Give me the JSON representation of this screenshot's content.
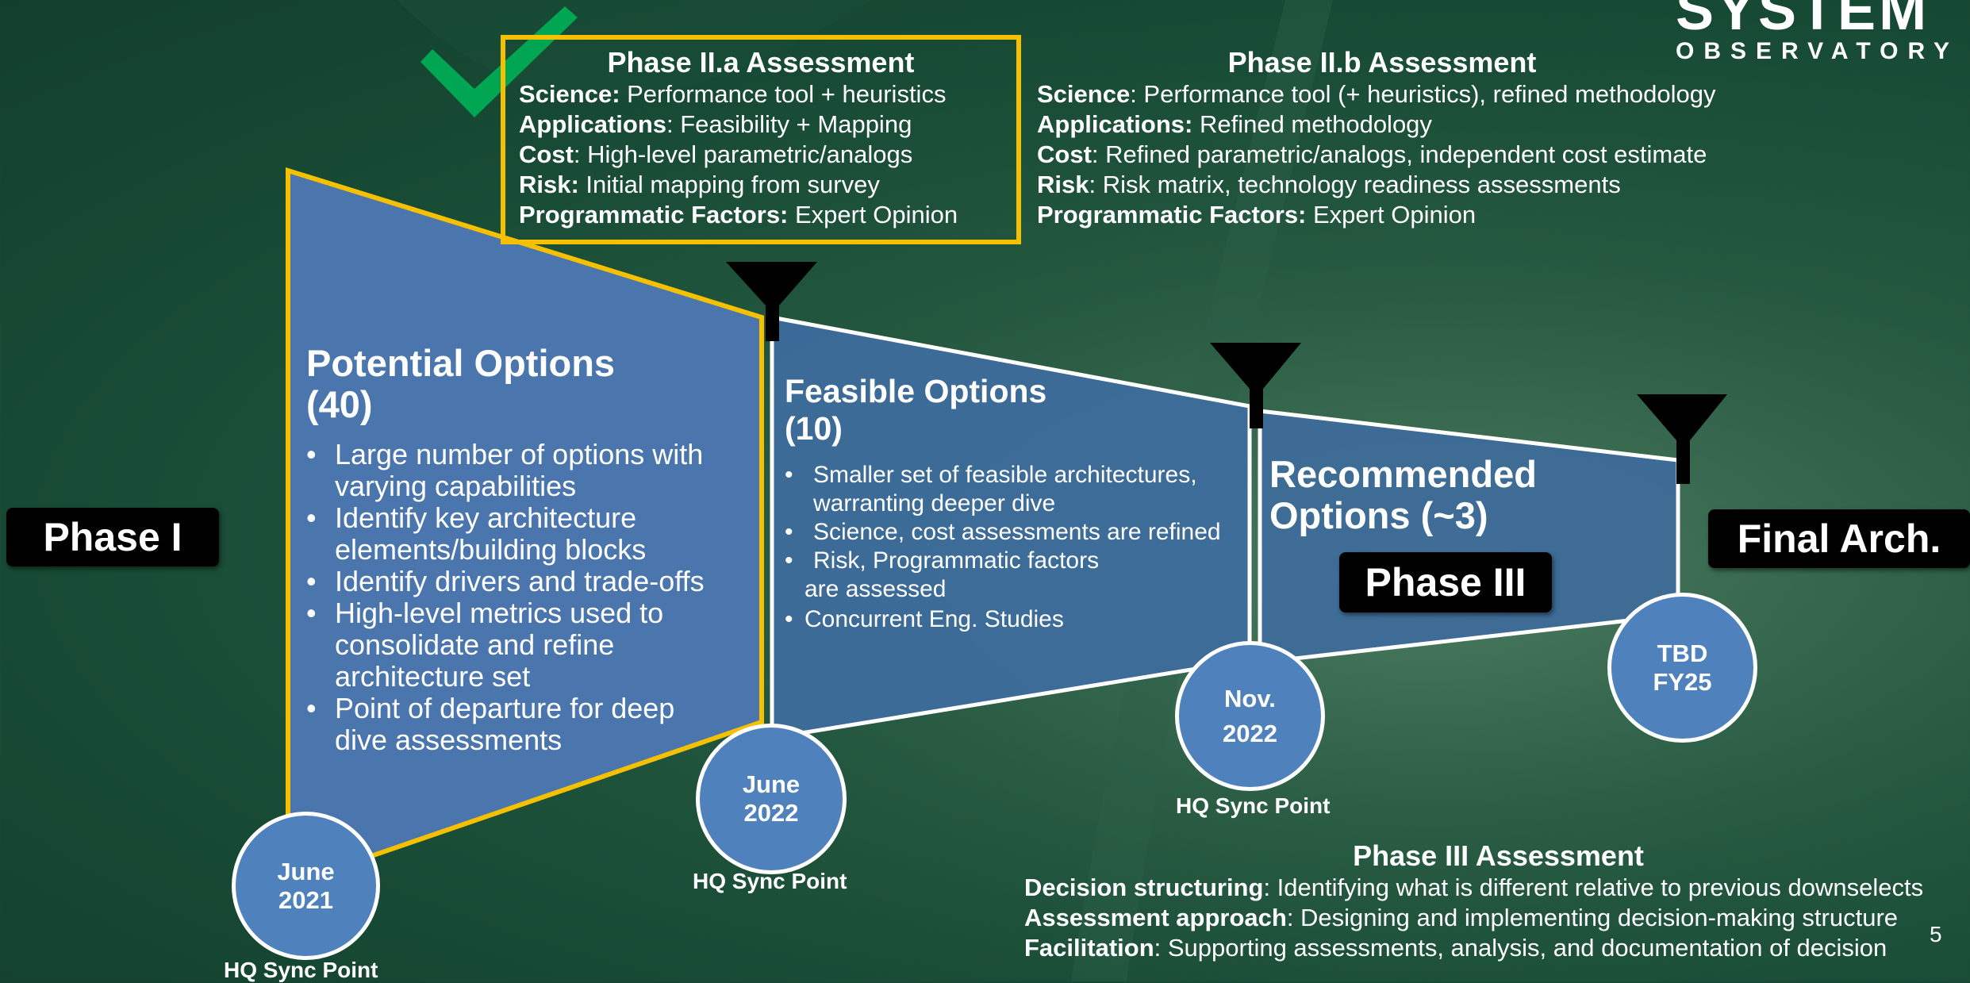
{
  "brand": {
    "line1": "SYSTEM",
    "line2": "OBSERVATORY"
  },
  "page_number": "5",
  "phase_labels": {
    "phase1": "Phase I",
    "phase3": "Phase III",
    "final": "Final Arch."
  },
  "assessment_2a": {
    "title": "Phase II.a Assessment",
    "rows": [
      {
        "key": "Science:",
        "value": " Performance tool + heuristics"
      },
      {
        "key": "Applications",
        "value": ": Feasibility + Mapping"
      },
      {
        "key": "Cost",
        "value": ": High-level parametric/analogs"
      },
      {
        "key": "Risk:",
        "value": " Initial mapping from survey"
      },
      {
        "key": "Programmatic Factors:",
        "value": " Expert Opinion"
      }
    ]
  },
  "assessment_2b": {
    "title": "Phase II.b Assessment",
    "rows": [
      {
        "key": "Science",
        "value": ": Performance tool (+ heuristics), refined methodology"
      },
      {
        "key": "Applications:",
        "value": " Refined methodology"
      },
      {
        "key": "Cost",
        "value": ": Refined parametric/analogs, independent cost estimate"
      },
      {
        "key": "Risk",
        "value": ": Risk matrix, technology readiness assessments"
      },
      {
        "key": "Programmatic Factors:",
        "value": " Expert Opinion"
      }
    ]
  },
  "assessment_3": {
    "title": "Phase III Assessment",
    "rows": [
      {
        "key": "Decision structuring",
        "value": ": Identifying what is different relative to previous downselects"
      },
      {
        "key": "Assessment approach",
        "value": ": Designing and implementing decision-making structure"
      },
      {
        "key": "Facilitation",
        "value": ": Supporting assessments, analysis, and documentation of decision"
      }
    ]
  },
  "stage1": {
    "title_line1": "Potential Options",
    "title_line2": "(40)",
    "bullets": [
      "Large number of options with varying capabilities",
      "Identify key architecture elements/building blocks",
      "Identify drivers and trade-offs",
      "High-level metrics used to consolidate and refine architecture set",
      "Point of departure for deep dive assessments"
    ]
  },
  "stage2": {
    "title_line1": "Feasible Options",
    "title_line2": "(10)",
    "bullets": [
      "Smaller set of feasible architectures, warranting deeper dive",
      "Science, cost assessments are refined",
      "Risk, Programmatic factors",
      "are assessed",
      "Concurrent Eng. Studies"
    ]
  },
  "stage3": {
    "title_line1": "Recommended",
    "title_line2": "Options (~3)"
  },
  "milestones": [
    {
      "line1": "June",
      "line2": "2021",
      "sync": "HQ Sync Point"
    },
    {
      "line1": "June",
      "line2": "2022",
      "sync": "HQ Sync Point"
    },
    {
      "line1": "Nov.",
      "line2": "2022",
      "sync": "HQ Sync Point"
    },
    {
      "line1": "TBD",
      "line2": "FY25",
      "sync": ""
    }
  ],
  "colors": {
    "stage_blue": "#4f81bd",
    "highlight_yellow": "#f5c000",
    "check_green": "#00a651"
  }
}
